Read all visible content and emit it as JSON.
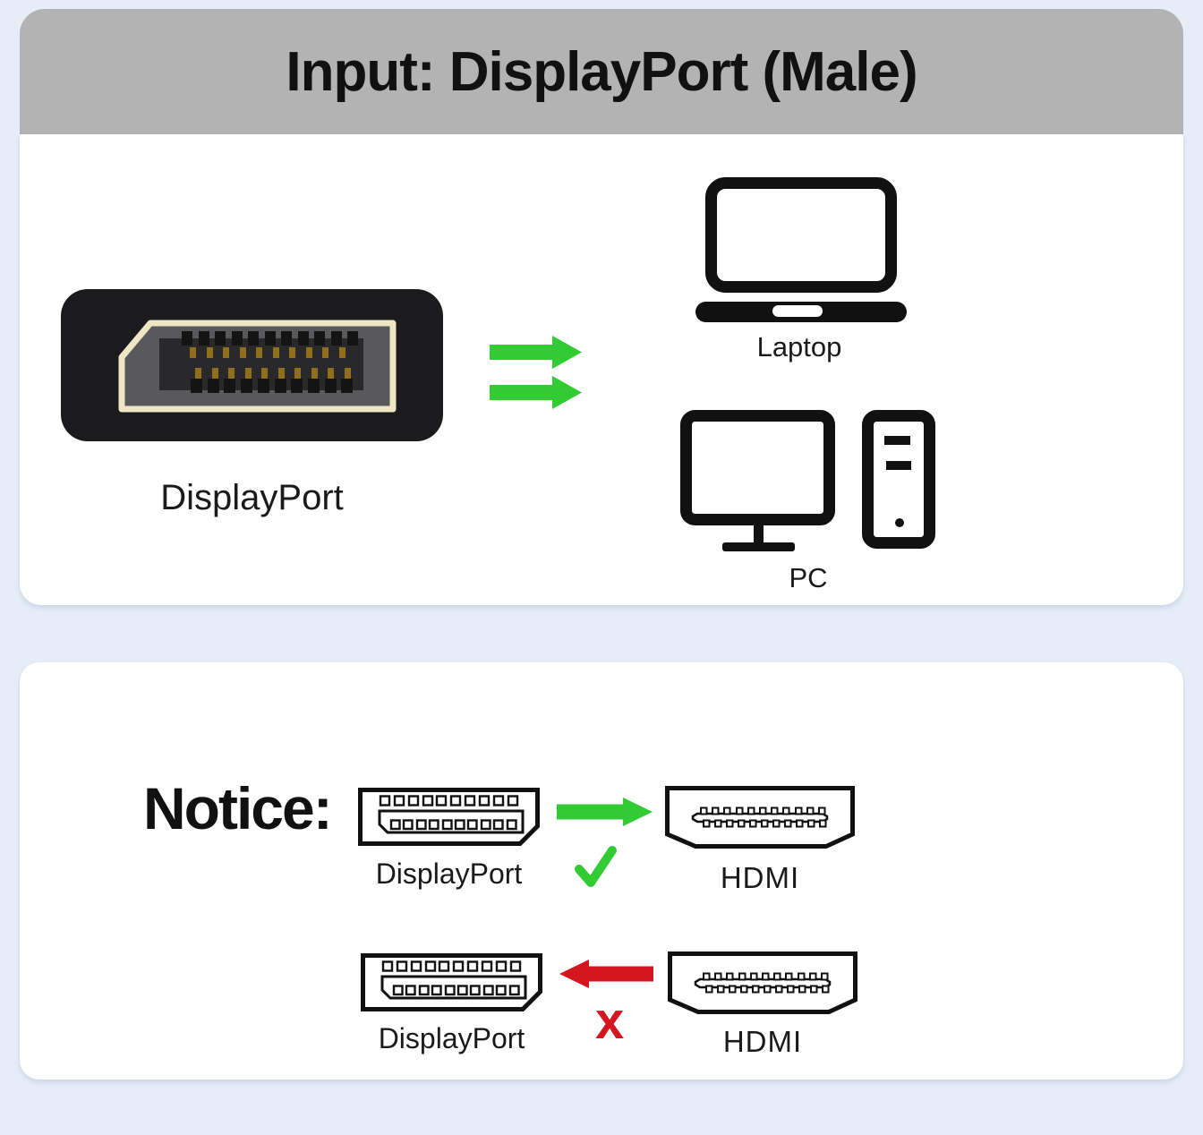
{
  "header": {
    "title": "Input: DisplayPort (Male)"
  },
  "input_section": {
    "connector_label": "DisplayPort",
    "devices": [
      {
        "label": "Laptop"
      },
      {
        "label": "PC"
      }
    ]
  },
  "notice_section": {
    "heading": "Notice:",
    "rows": [
      {
        "left_label": "DisplayPort",
        "right_label": "HDMI",
        "direction": "left-to-right",
        "status": "supported",
        "status_mark": "✓"
      },
      {
        "left_label": "DisplayPort",
        "right_label": "HDMI",
        "direction": "right-to-left",
        "status": "not-supported",
        "status_mark": "x"
      }
    ]
  },
  "colors": {
    "page_bg": "#e6edf6",
    "card_bg": "#ffffff",
    "header_bg": "#b3b3b3",
    "ink": "#111111",
    "text": "#1a1a1a",
    "green": "#33cb33",
    "red": "#d4171f",
    "connector_body": "#1b1b1d",
    "connector_bezel": "#efe7c4",
    "connector_interior": "#59595b",
    "connector_block": "#29292b",
    "connector_pin_dark": "#141414",
    "connector_pin_gold": "#8f6f1c"
  }
}
